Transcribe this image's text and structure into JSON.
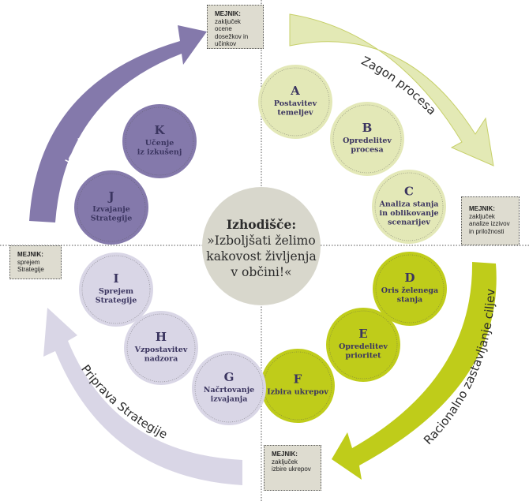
{
  "center": {
    "title": "Izhodišče:",
    "lines": [
      "»Izboljšati želimo",
      "kakovost življenja",
      "v občini!«"
    ]
  },
  "colors": {
    "launch_light": "#e3e8b7",
    "launch_arrow": "#dfe6a8",
    "goals_green": "#bfcc1a",
    "implement_purple": "#8479ab",
    "prepare_lilac": "#d9d6e6",
    "center_gray": "#d8d7cc",
    "milestone_bg": "#dedcd0",
    "text_navy": "#3b3560"
  },
  "phases": [
    {
      "id": "launch",
      "label": "Zagon procesa"
    },
    {
      "id": "goals",
      "label": "Racionalno zastavljanje ciljev"
    },
    {
      "id": "prepare",
      "label": "Priprava Strategije"
    },
    {
      "id": "implement",
      "label": "Izvajanje Strategije"
    }
  ],
  "steps": [
    {
      "letter": "A",
      "lines": [
        "Postavitev",
        "temeljev"
      ],
      "phase": "launch"
    },
    {
      "letter": "B",
      "lines": [
        "Opredelitev",
        "procesa"
      ],
      "phase": "launch"
    },
    {
      "letter": "C",
      "lines": [
        "Analiza stanja",
        "in oblikovanje",
        "scenarijev"
      ],
      "phase": "launch"
    },
    {
      "letter": "D",
      "lines": [
        "Oris želenega",
        "stanja"
      ],
      "phase": "goals"
    },
    {
      "letter": "E",
      "lines": [
        "Opredelitev",
        "prioritet"
      ],
      "phase": "goals"
    },
    {
      "letter": "F",
      "lines": [
        "Izbira ukrepov"
      ],
      "phase": "goals"
    },
    {
      "letter": "G",
      "lines": [
        "Načrtovanje",
        "izvajanja"
      ],
      "phase": "prepare"
    },
    {
      "letter": "H",
      "lines": [
        "Vzpostavitev",
        "nadzora"
      ],
      "phase": "prepare"
    },
    {
      "letter": "I",
      "lines": [
        "Sprejem",
        "Strategije"
      ],
      "phase": "prepare"
    },
    {
      "letter": "J",
      "lines": [
        "Izvajanje",
        "Strategije"
      ],
      "phase": "implement"
    },
    {
      "letter": "K",
      "lines": [
        "Učenje",
        "iz izkušenj"
      ],
      "phase": "implement"
    }
  ],
  "milestones": [
    {
      "id": "top",
      "title": "MEJNIK:",
      "lines": [
        "zaključek",
        "ocene",
        "dosežkov in",
        "učinkov"
      ]
    },
    {
      "id": "right",
      "title": "MEJNIK:",
      "lines": [
        "zaključek",
        "analize izzivov",
        "in priložnosti"
      ]
    },
    {
      "id": "bottom",
      "title": "MEJNIK:",
      "lines": [
        "zaključek",
        "izbire ukrepov"
      ]
    },
    {
      "id": "left",
      "title": "MEJNIK:",
      "lines": [
        "sprejem",
        "Strategije"
      ]
    }
  ]
}
